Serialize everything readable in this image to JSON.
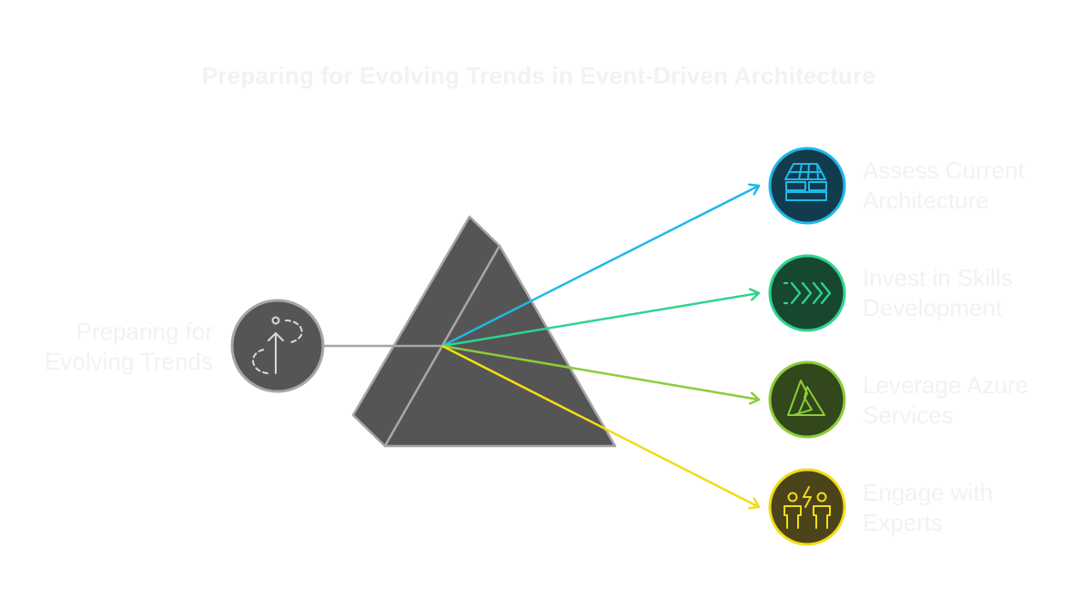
{
  "title": "Preparing for Evolving Trends in Event-Driven Architecture",
  "source": {
    "label_lines": [
      "Preparing for",
      "Evolving Trends"
    ],
    "icon": "dashed-path-arrow-up-icon",
    "fill": "#555555"
  },
  "prism": {
    "fill": "#555555",
    "stroke": "#a6a6a6"
  },
  "outputs": [
    {
      "id": "assess",
      "label_lines": [
        "Assess Current",
        "Architecture"
      ],
      "icon": "building-blueprint-icon",
      "color": "#1fb8e8",
      "fill": "#123c4e"
    },
    {
      "id": "invest",
      "label_lines": [
        "Invest in Skills",
        "Development"
      ],
      "icon": "fast-forward-chevrons-icon",
      "color": "#2ed58f",
      "fill": "#17482f"
    },
    {
      "id": "leverage",
      "label_lines": [
        "Leverage Azure",
        "Services"
      ],
      "icon": "azure-logo-icon",
      "color": "#8ccc3a",
      "fill": "#32471b"
    },
    {
      "id": "engage",
      "label_lines": [
        "Engage with",
        "Experts"
      ],
      "icon": "people-spark-icon",
      "color": "#f2dc16",
      "fill": "#4b441a"
    }
  ]
}
